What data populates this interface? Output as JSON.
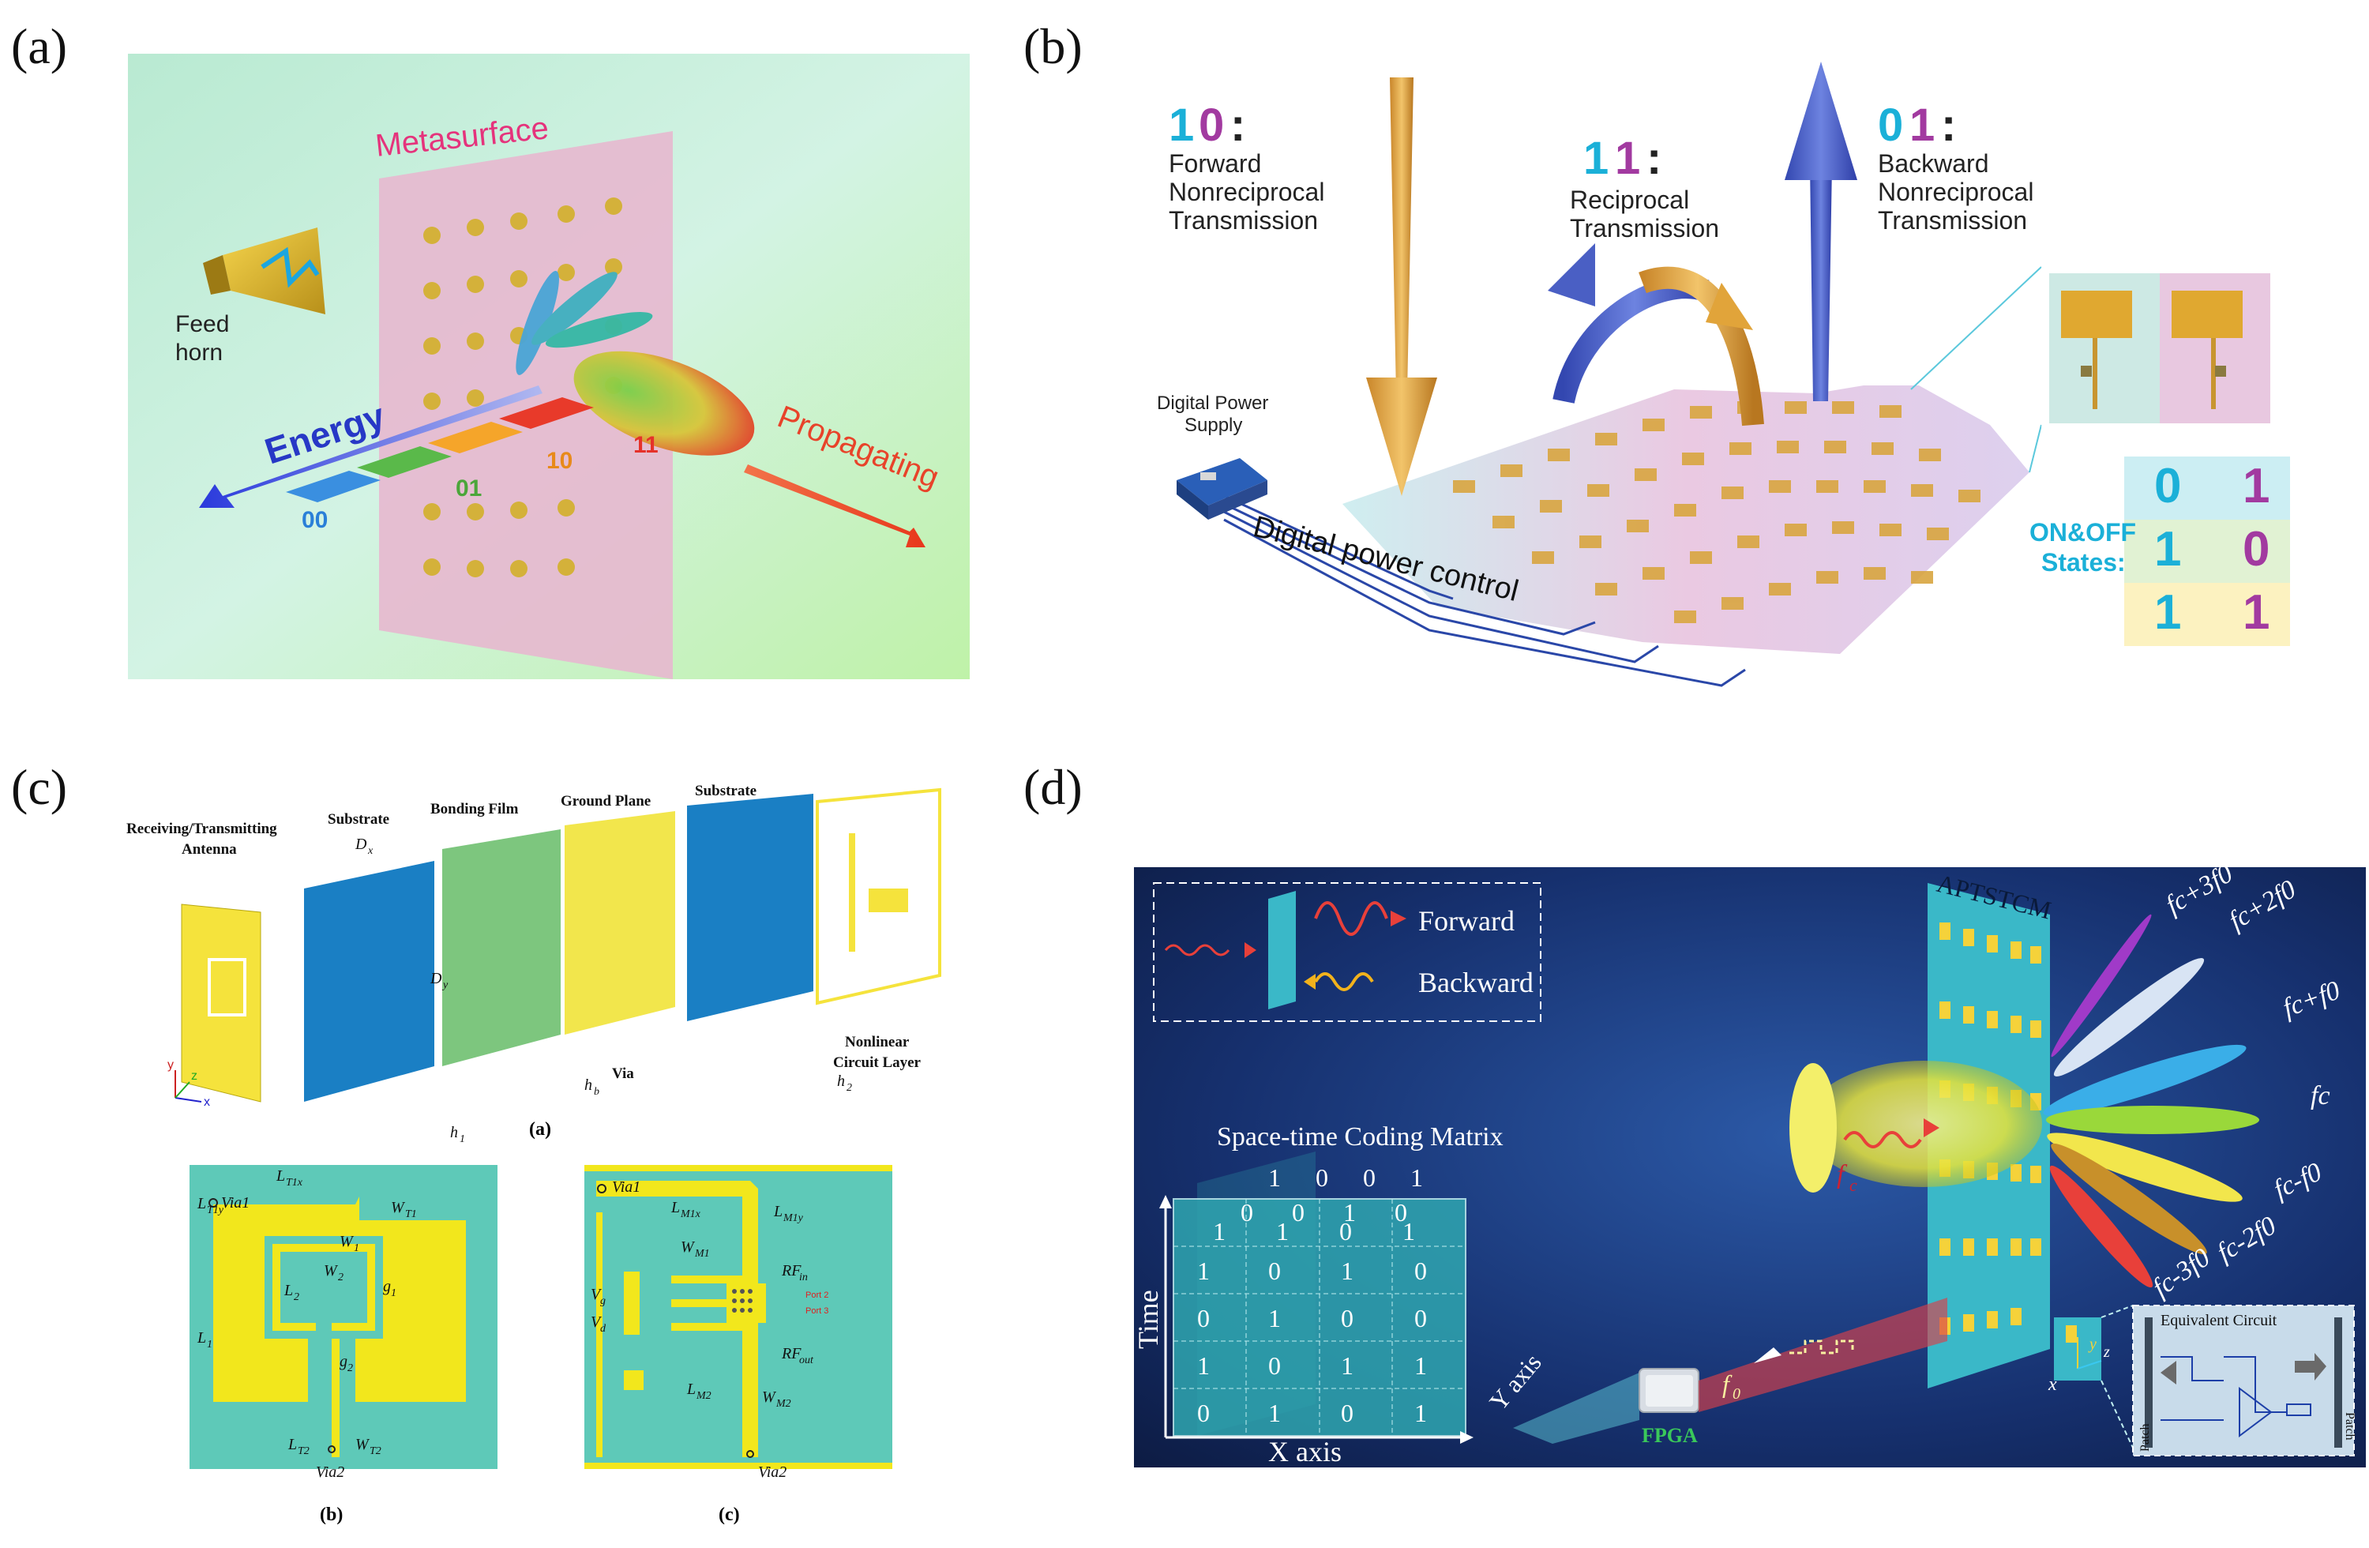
{
  "panels": {
    "a": "(a)",
    "b": "(b)",
    "c": "(c)",
    "d": "(d)"
  },
  "a": {
    "metasurface": "Metasurface",
    "feed_horn_1": "Feed",
    "feed_horn_2": "horn",
    "energy": "Energy",
    "propagating": "Propagating",
    "codes": [
      "00",
      "01",
      "10",
      "11"
    ]
  },
  "b": {
    "s10_a": "1",
    "s10_b": "0",
    "s10_colon": ":",
    "forward": [
      "Forward",
      "Nonreciprocal",
      "Transmission"
    ],
    "s11_a": "1",
    "s11_b": "1",
    "s11_colon": ":",
    "reciprocal": [
      "Reciprocal",
      "Transmission"
    ],
    "s01_a": "0",
    "s01_b": "1",
    "s01_colon": ":",
    "backward": [
      "Backward",
      "Nonreciprocal",
      "Transmission"
    ],
    "power_supply": [
      "Digital Power",
      "Supply"
    ],
    "power_control": "Digital power control",
    "states_label": [
      "ON&OFF",
      "States:"
    ],
    "states": [
      [
        "0",
        "1"
      ],
      [
        "1",
        "0"
      ],
      [
        "1",
        "1"
      ]
    ],
    "colors": {
      "cyan": "#1bb0d8",
      "magenta": "#a23aa0",
      "gold": "#e1a43a",
      "blue": "#4a5fc4"
    }
  },
  "c": {
    "layers": [
      "Receiving/Transmitting",
      "Antenna",
      "Substrate",
      "Bonding Film",
      "Ground Plane",
      "Substrate",
      "Nonlinear",
      "Circuit  Layer",
      "Via"
    ],
    "dims": {
      "dx": "D",
      "dx_sub": "x",
      "dy": "D",
      "dy_sub": "y",
      "h1": "h",
      "h1_sub": "1",
      "hb": "h",
      "hb_sub": "b",
      "h2": "h",
      "h2_sub": "2"
    },
    "axes": {
      "x": "x",
      "y": "y",
      "z": "z"
    },
    "sub_a": "(a)",
    "sub_b": "(b)",
    "sub_c": "(c)",
    "b_labels": {
      "via1": "Via1",
      "via2": "Via2",
      "lt1x": "L",
      "lt1x_sub": "T1x",
      "lt1y": "L",
      "lt1y_sub": "T1y",
      "wt1": "W",
      "wt1_sub": "T1",
      "w1": "W",
      "w1_sub": "1",
      "w2": "W",
      "w2_sub": "2",
      "l1": "L",
      "l1_sub": "1",
      "l2": "L",
      "l2_sub": "2",
      "g1": "g",
      "g1_sub": "1",
      "g2": "g",
      "g2_sub": "2",
      "lt2": "L",
      "lt2_sub": "T2",
      "wt2": "W",
      "wt2_sub": "T2"
    },
    "c_labels": {
      "via1": "Via1",
      "via2": "Via2",
      "lm1x": "L",
      "lm1x_sub": "M1x",
      "lm1y": "L",
      "lm1y_sub": "M1y",
      "wm1": "W",
      "wm1_sub": "M1",
      "lm2": "L",
      "lm2_sub": "M2",
      "wm2": "W",
      "wm2_sub": "M2",
      "vg": "V",
      "vg_sub": "g",
      "vd": "V",
      "vd_sub": "d",
      "rfin": "RF",
      "rfin_sub": "in",
      "rfout": "RF",
      "rfout_sub": "out",
      "port2": "Port 2",
      "port3": "Port 3"
    }
  },
  "d": {
    "forward": "Forward",
    "backward": "Backward",
    "aptstcm": "APTSTCM",
    "matrix_title": "Space-time Coding Matrix",
    "matrix": [
      [
        "1",
        "0",
        "0",
        "1"
      ],
      [
        "0",
        "0",
        "1",
        "0"
      ],
      [
        "1",
        "1",
        "0",
        "1"
      ],
      [
        "1",
        "0",
        "1",
        "0"
      ],
      [
        "0",
        "1",
        "0",
        "0"
      ],
      [
        "1",
        "0",
        "1",
        "1"
      ],
      [
        "0",
        "1",
        "0",
        "1"
      ]
    ],
    "time": "Time",
    "x_axis": "X axis",
    "y_axis": "Y axis",
    "fpga": "FPGA",
    "f0": "f",
    "f0_sub": "0",
    "fc": "f",
    "fc_sub": "c",
    "harmonics": [
      "fc+3f0",
      "fc+2f0",
      "fc+f0",
      "fc",
      "fc-f0",
      "fc-2f0",
      "fc-3f0"
    ],
    "eq_circuit": "Equivalent Circuit",
    "patch": "Patch",
    "ax": {
      "x": "x",
      "y": "y",
      "z": "z"
    }
  }
}
